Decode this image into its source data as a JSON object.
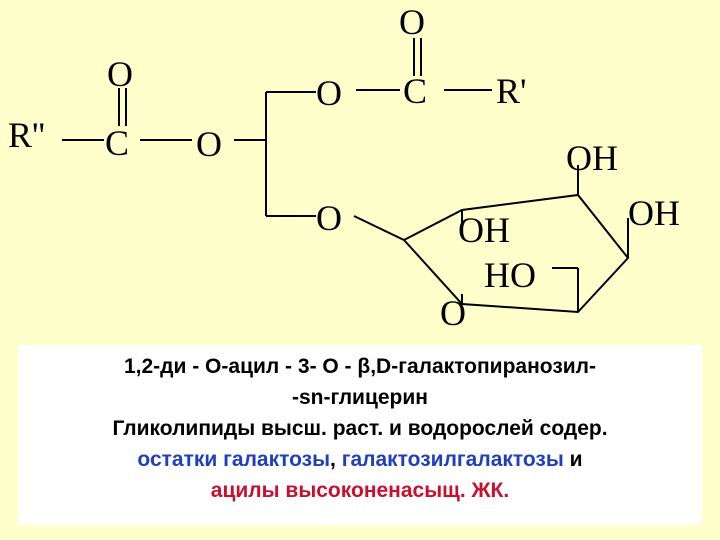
{
  "atoms": {
    "o_top": "O",
    "c_top": "C",
    "r_prime": "R'",
    "o_ester_top": "O",
    "o_left_top": "O",
    "c_left": "C",
    "r_double_prime": "R''",
    "o_ester_left": "O",
    "o_glycosidic": "O",
    "oh_top_right": "OH",
    "oh_right": "OH",
    "oh_middle": "OH",
    "ho": "HO",
    "o_ring": "O"
  },
  "caption": {
    "line1": "1,2-ди - О-ацил - 3- О - β,D-галактопиранозил-",
    "line2": "-sn-глицерин",
    "line3": "Гликолипиды высш. раст. и водорослей содер.",
    "line4_part1": "остатки галактозы",
    "line4_part2": ",",
    "line4_part3": "галактозилгалактозы",
    "line4_part4": "и",
    "line5": "ацилы высоконенасыщ. ЖК."
  },
  "colors": {
    "background": "#ffffcc",
    "caption_background": "#ffffff",
    "blue_text": "#1f3fbf",
    "red_text": "#c8102e"
  }
}
